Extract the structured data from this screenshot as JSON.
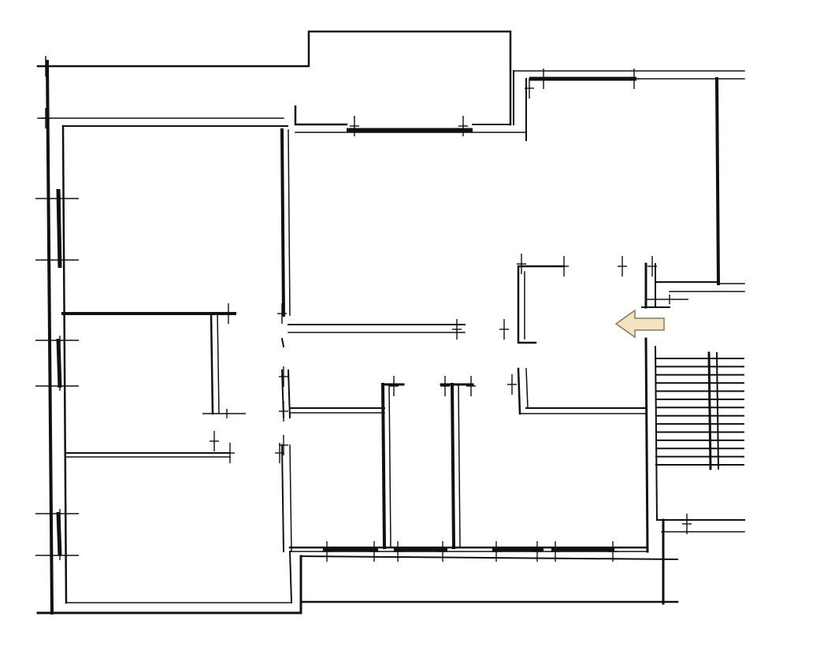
{
  "diagram": {
    "type": "architectural-floor-plan",
    "style": "hand-sketched black linework on white",
    "colors": {
      "background": "#ffffff",
      "ink": "#111111",
      "entry_arrow_fill": "#f2e4c2",
      "entry_arrow_stroke": "#8a7a55"
    },
    "features": {
      "entry_arrow": {
        "direction": "left",
        "meaning": "entrance"
      },
      "stairs": {
        "visible_treads": 14
      }
    }
  }
}
